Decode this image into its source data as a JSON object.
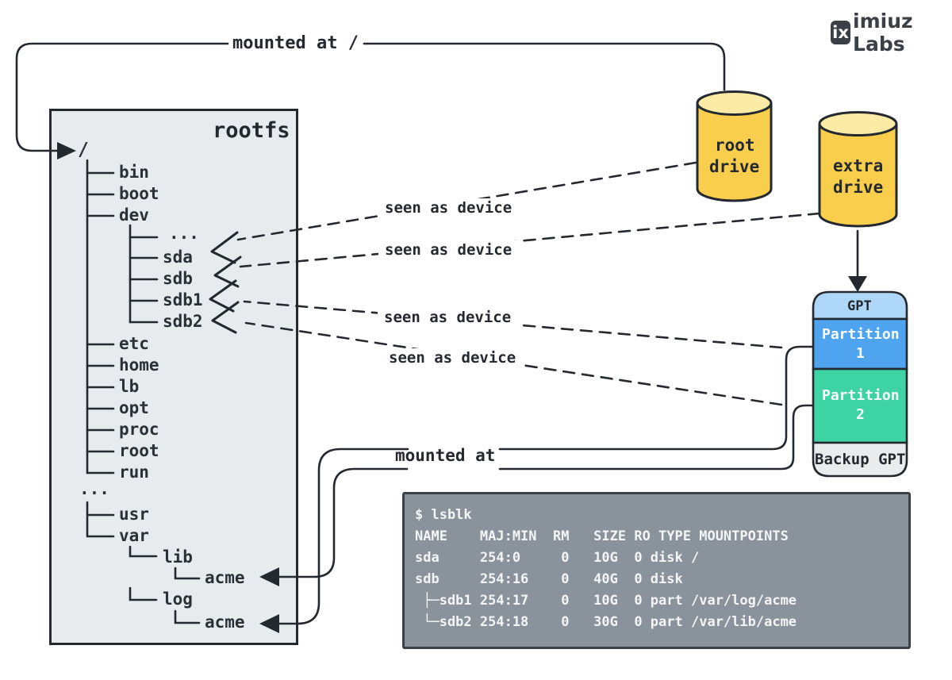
{
  "brand": {
    "badge": "ix",
    "name": "imiuz Labs"
  },
  "annotations": {
    "mounted_at_root": "mounted at /",
    "mounted_at": "mounted at",
    "seen_as_device": "seen as device"
  },
  "rootfs": {
    "title": "rootfs",
    "root": "/",
    "rows": [
      "bin",
      "boot",
      "dev",
      "...",
      "sda",
      "sdb",
      "sdb1",
      "sdb2",
      "etc",
      "home",
      "lb",
      "opt",
      "proc",
      "root",
      "run",
      "...",
      "usr",
      "var",
      "lib",
      "acme",
      "log",
      "acme"
    ]
  },
  "drives": {
    "root": {
      "line1": "root",
      "line2": "drive"
    },
    "extra": {
      "line1": "extra",
      "line2": "drive"
    }
  },
  "disk_layout": {
    "gpt": "GPT",
    "partition1": {
      "line1": "Partition",
      "line2": "1"
    },
    "partition2": {
      "line1": "Partition",
      "line2": "2"
    },
    "backup_gpt": "Backup GPT"
  },
  "terminal": {
    "lines": [
      "$ lsblk",
      "NAME    MAJ:MIN  RM   SIZE RO TYPE MOUNTPOINTS",
      "sda     254:0     0   10G  0 disk /",
      "sdb     254:16    0   40G  0 disk",
      " ├─sdb1 254:17    0   10G  0 part /var/log/acme",
      " └─sdb2 254:18    0   30G  0 part /var/lib/acme"
    ]
  },
  "colors": {
    "ink": "#24282f",
    "drive_body": "#f9ce4d",
    "drive_top": "#fceba4",
    "gpt": "#afd7f7",
    "partition1": "#4fa4ef",
    "partition2": "#3ed3a2",
    "backup_gpt": "#e9ebec",
    "box_bg": "#e8ebed",
    "terminal_bg": "#8a929b"
  }
}
